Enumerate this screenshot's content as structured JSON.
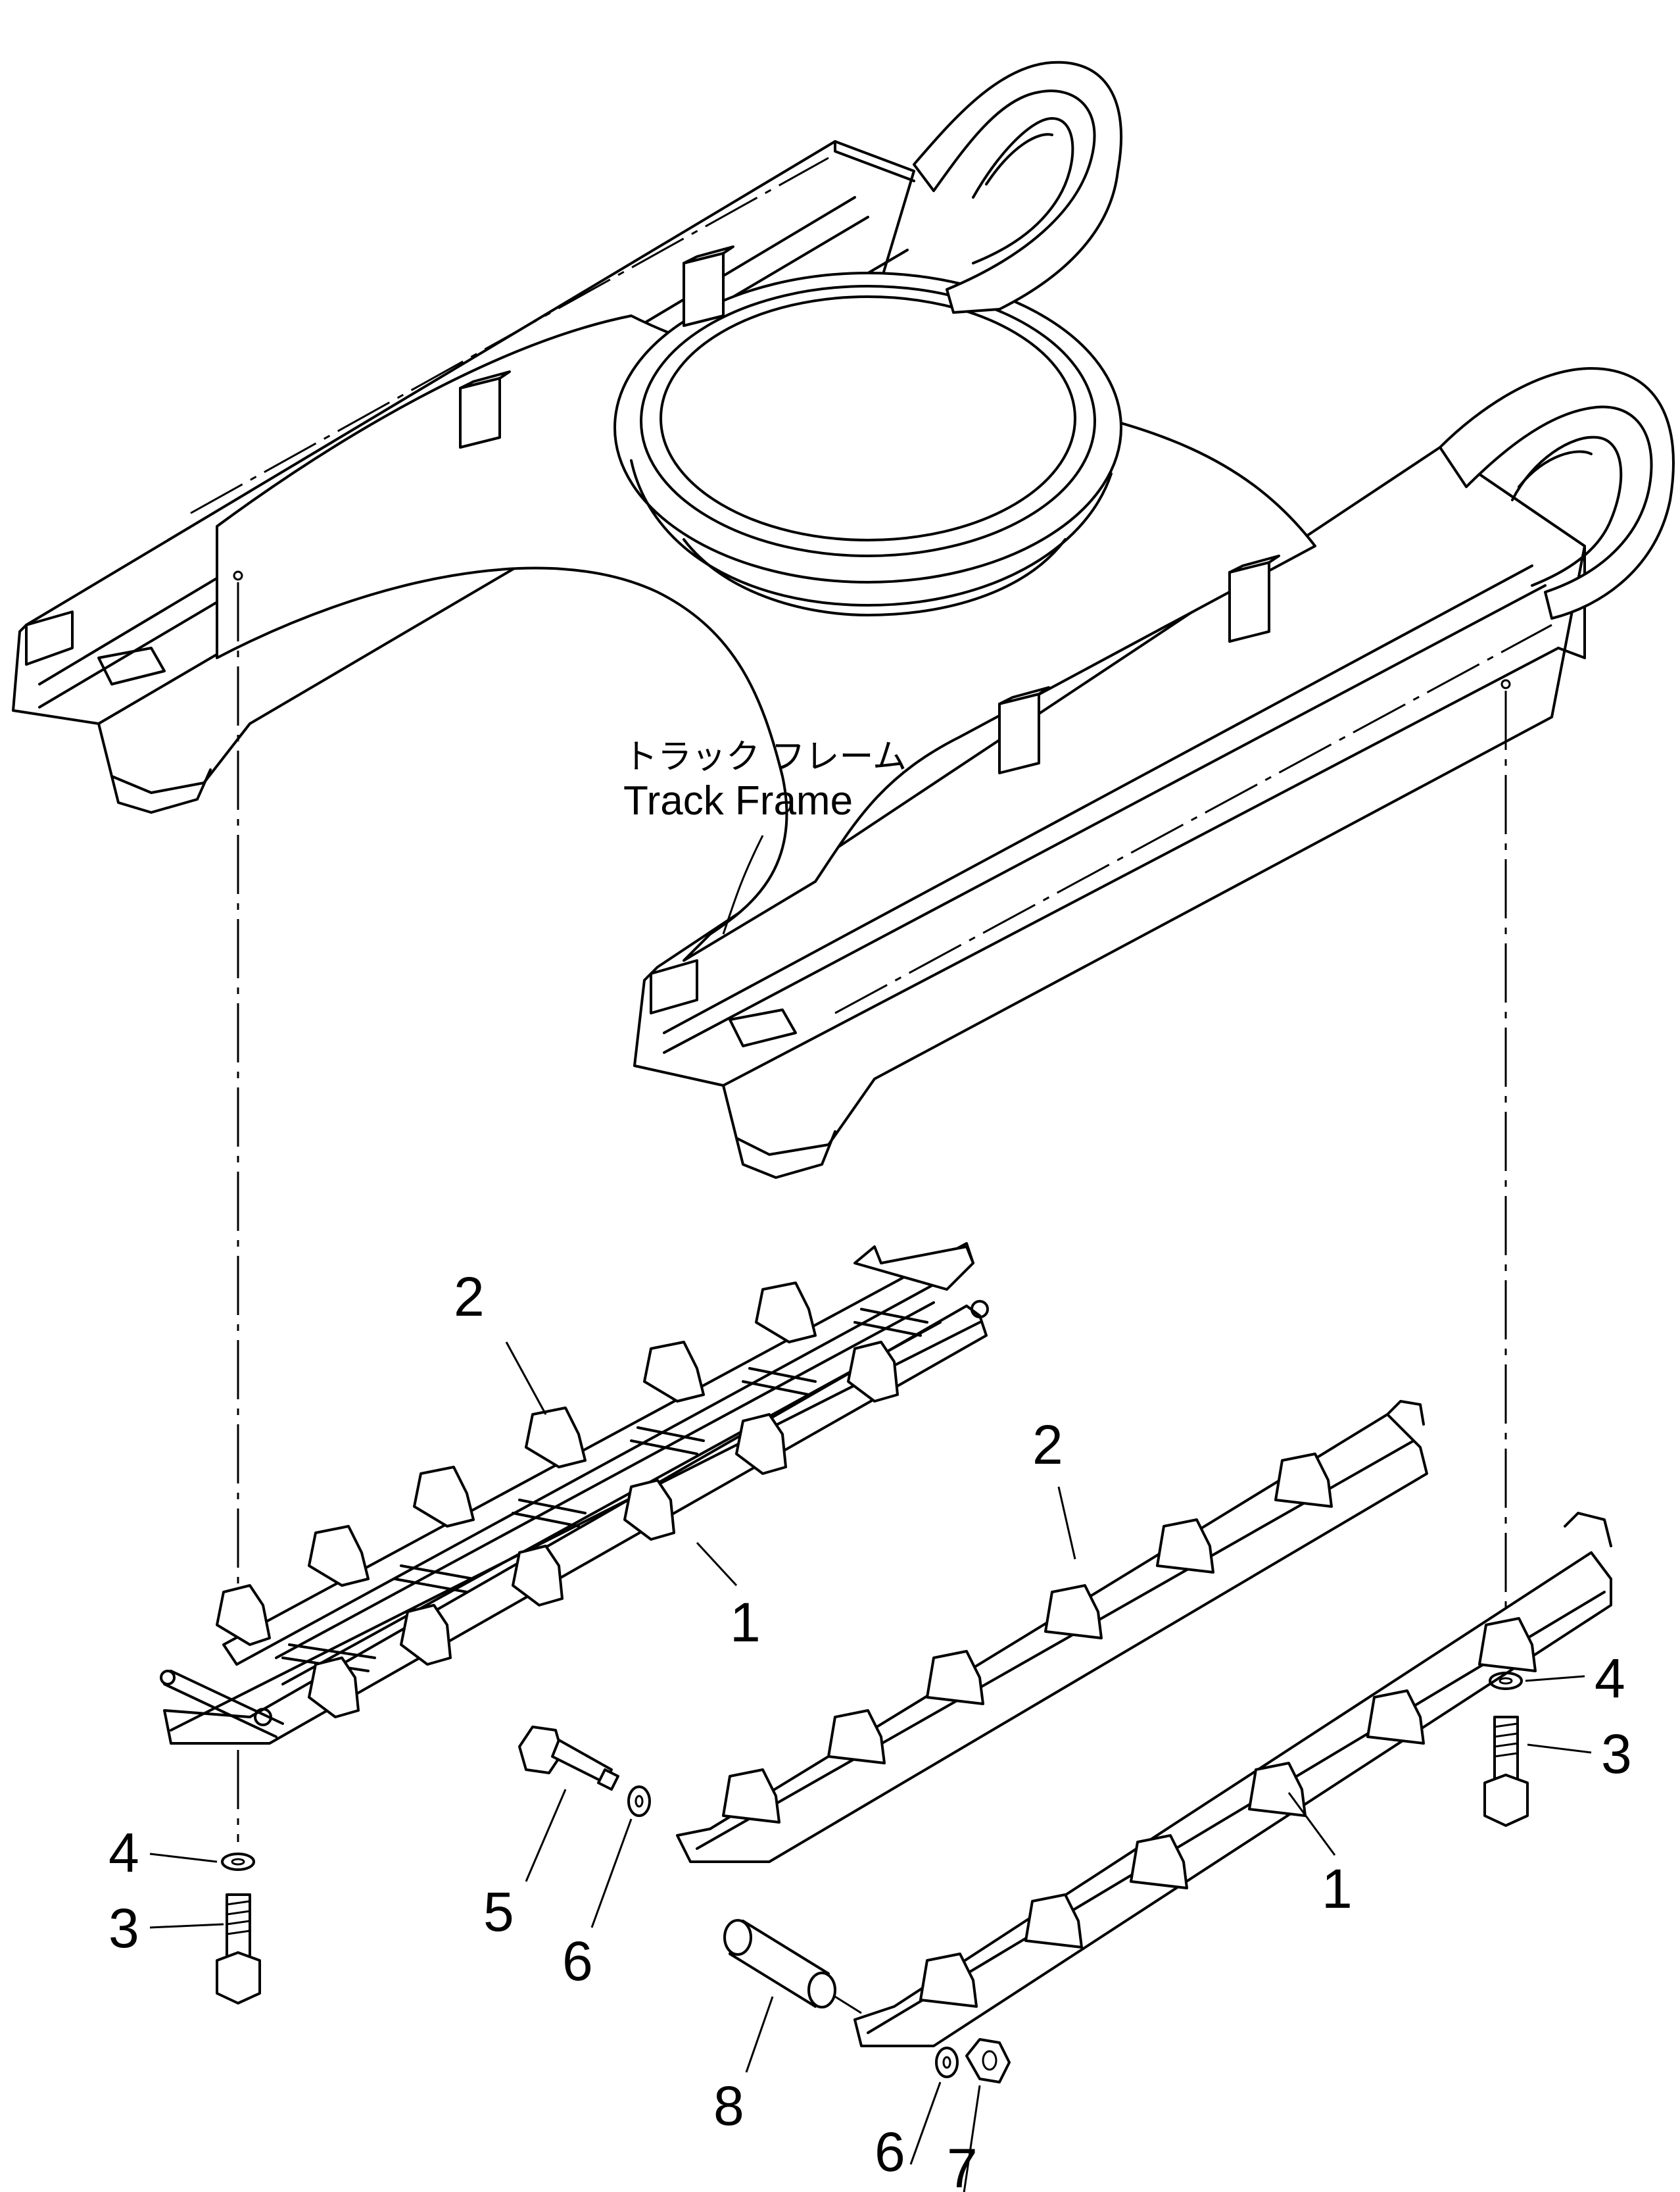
{
  "frame_label": {
    "japanese": "トラック フレーム",
    "english": "Track Frame"
  },
  "callouts": [
    {
      "id": "guard-left",
      "number": "1"
    },
    {
      "id": "guard-right",
      "number": "1"
    },
    {
      "id": "guide-left",
      "number": "2"
    },
    {
      "id": "guide-right",
      "number": "2"
    },
    {
      "id": "bolt-left",
      "number": "3"
    },
    {
      "id": "bolt-right",
      "number": "3"
    },
    {
      "id": "washer-left",
      "number": "4"
    },
    {
      "id": "washer-right",
      "number": "4"
    },
    {
      "id": "long-bolt",
      "number": "5"
    },
    {
      "id": "washer-a",
      "number": "6"
    },
    {
      "id": "washer-b",
      "number": "6"
    },
    {
      "id": "nut",
      "number": "7"
    },
    {
      "id": "spacer",
      "number": "8"
    }
  ]
}
